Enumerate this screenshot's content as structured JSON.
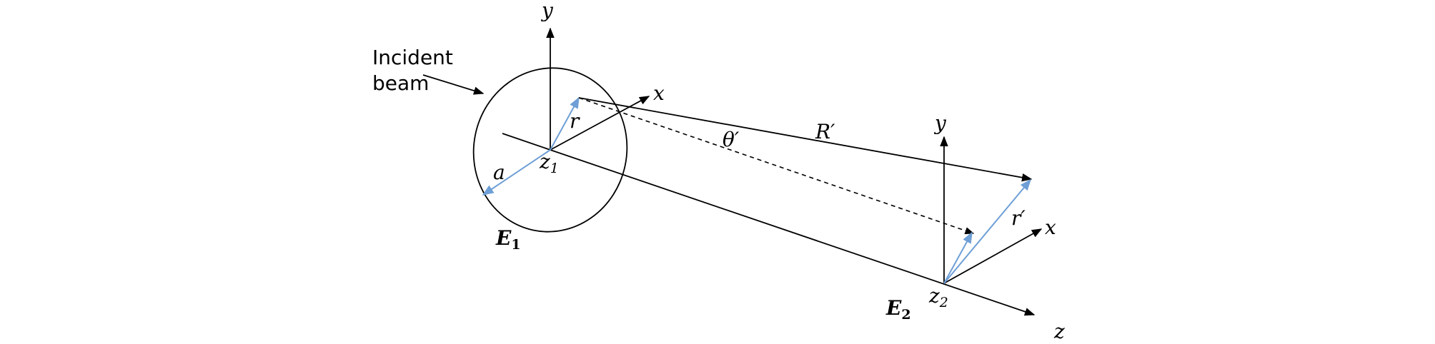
{
  "labels": {
    "incident_line1": "Incident",
    "incident_line2": "beam",
    "y_axis_1": "y",
    "x_axis_1": "x",
    "r": "r",
    "a": "a",
    "z1_base": "z",
    "z1_sub": "1",
    "E1_base": "E",
    "E1_sub": "1",
    "theta_prime": "θ′",
    "R_prime": "R′",
    "y_axis_2": "y",
    "x_axis_2": "x",
    "r_prime": "r′",
    "z2_base": "z",
    "z2_sub": "2",
    "E2_base": "E",
    "E2_sub": "2",
    "z_axis": "z"
  },
  "colors": {
    "line": "#000000",
    "vector_blue": "#6e9fd6"
  }
}
